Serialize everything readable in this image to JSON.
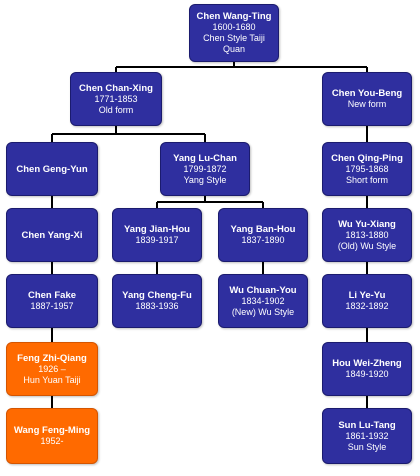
{
  "nodes": {
    "chen_wang_ting": {
      "name": "Chen Wang-Ting",
      "lines": [
        "1600-1680",
        "Chen Style Taiji Quan"
      ],
      "color": "#2f2f9f"
    },
    "chen_chan_xing": {
      "name": "Chen Chan-Xing",
      "lines": [
        "1771-1853",
        "Old form"
      ],
      "color": "#2f2f9f"
    },
    "chen_you_beng": {
      "name": "Chen You-Beng",
      "lines": [
        "New form"
      ],
      "color": "#2f2f9f"
    },
    "chen_geng_yun": {
      "name": "Chen Geng-Yun",
      "lines": [],
      "color": "#2f2f9f"
    },
    "yang_lu_chan": {
      "name": "Yang Lu-Chan",
      "lines": [
        "1799-1872",
        "Yang Style"
      ],
      "color": "#2f2f9f"
    },
    "chen_qing_ping": {
      "name": "Chen Qing-Ping",
      "lines": [
        "1795-1868",
        "Short form"
      ],
      "color": "#2f2f9f"
    },
    "chen_yang_xi": {
      "name": "Chen Yang-Xi",
      "lines": [],
      "color": "#2f2f9f"
    },
    "yang_jian_hou": {
      "name": "Yang Jian-Hou",
      "lines": [
        "1839-1917"
      ],
      "color": "#2f2f9f"
    },
    "yang_ban_hou": {
      "name": "Yang Ban-Hou",
      "lines": [
        "1837-1890"
      ],
      "color": "#2f2f9f"
    },
    "wu_yu_xiang": {
      "name": "Wu Yu-Xiang",
      "lines": [
        "1813-1880",
        "(Old) Wu Style"
      ],
      "color": "#2f2f9f"
    },
    "chen_fake": {
      "name": "Chen Fake",
      "lines": [
        "1887-1957"
      ],
      "color": "#2f2f9f"
    },
    "yang_cheng_fu": {
      "name": "Yang Cheng-Fu",
      "lines": [
        "1883-1936"
      ],
      "color": "#2f2f9f"
    },
    "wu_chuan_you": {
      "name": "Wu Chuan-You",
      "lines": [
        "1834-1902",
        "(New) Wu Style"
      ],
      "color": "#2f2f9f"
    },
    "li_ye_yu": {
      "name": "Li Ye-Yu",
      "lines": [
        "1832-1892"
      ],
      "color": "#2f2f9f"
    },
    "feng_zhi_qiang": {
      "name": "Feng Zhi-Qiang",
      "lines": [
        "1926 –",
        "Hun Yuan Taiji"
      ],
      "color": "#ff6a00"
    },
    "hou_wei_zheng": {
      "name": "Hou Wei-Zheng",
      "lines": [
        "1849-1920"
      ],
      "color": "#2f2f9f"
    },
    "wang_feng_ming": {
      "name": "Wang Feng-Ming",
      "lines": [
        "1952-"
      ],
      "color": "#ff6a00"
    },
    "sun_lu_tang": {
      "name": "Sun Lu-Tang",
      "lines": [
        "1861-1932",
        "Sun Style"
      ],
      "color": "#2f2f9f"
    }
  },
  "edges": [
    [
      "chen_wang_ting",
      "chen_chan_xing"
    ],
    [
      "chen_wang_ting",
      "chen_you_beng"
    ],
    [
      "chen_chan_xing",
      "chen_geng_yun"
    ],
    [
      "chen_chan_xing",
      "yang_lu_chan"
    ],
    [
      "chen_you_beng",
      "chen_qing_ping"
    ],
    [
      "chen_geng_yun",
      "chen_yang_xi"
    ],
    [
      "yang_lu_chan",
      "yang_jian_hou"
    ],
    [
      "yang_lu_chan",
      "yang_ban_hou"
    ],
    [
      "chen_qing_ping",
      "wu_yu_xiang"
    ],
    [
      "chen_yang_xi",
      "chen_fake"
    ],
    [
      "yang_jian_hou",
      "yang_cheng_fu"
    ],
    [
      "yang_ban_hou",
      "wu_chuan_you"
    ],
    [
      "wu_yu_xiang",
      "li_ye_yu"
    ],
    [
      "chen_fake",
      "feng_zhi_qiang"
    ],
    [
      "li_ye_yu",
      "hou_wei_zheng"
    ],
    [
      "feng_zhi_qiang",
      "wang_feng_ming"
    ],
    [
      "hou_wei_zheng",
      "sun_lu_tang"
    ]
  ]
}
